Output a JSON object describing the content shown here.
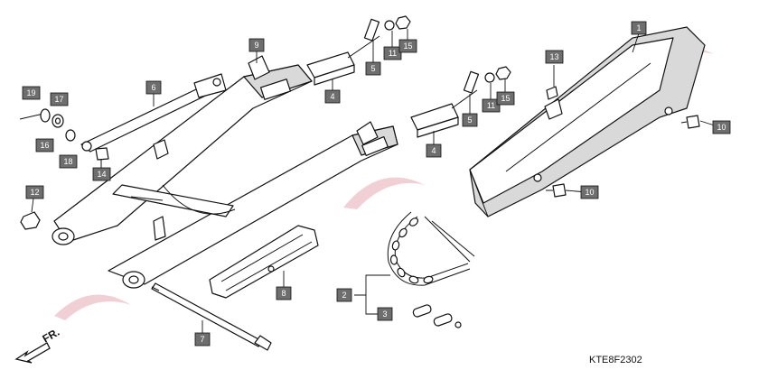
{
  "diagram": {
    "code": "KTE8F2302",
    "direction_label": "FR.",
    "callouts": [
      {
        "id": "c1",
        "label": "1"
      },
      {
        "id": "c2",
        "label": "2"
      },
      {
        "id": "c3",
        "label": "3"
      },
      {
        "id": "c4a",
        "label": "4"
      },
      {
        "id": "c4b",
        "label": "4"
      },
      {
        "id": "c5a",
        "label": "5"
      },
      {
        "id": "c5b",
        "label": "5"
      },
      {
        "id": "c6",
        "label": "6"
      },
      {
        "id": "c7",
        "label": "7"
      },
      {
        "id": "c8",
        "label": "8"
      },
      {
        "id": "c9",
        "label": "9"
      },
      {
        "id": "c10a",
        "label": "10"
      },
      {
        "id": "c10b",
        "label": "10"
      },
      {
        "id": "c11a",
        "label": "11"
      },
      {
        "id": "c11b",
        "label": "11"
      },
      {
        "id": "c12",
        "label": "12"
      },
      {
        "id": "c13",
        "label": "13"
      },
      {
        "id": "c14",
        "label": "14"
      },
      {
        "id": "c15a",
        "label": "15"
      },
      {
        "id": "c15b",
        "label": "15"
      },
      {
        "id": "c16",
        "label": "16"
      },
      {
        "id": "c17",
        "label": "17"
      },
      {
        "id": "c18",
        "label": "18"
      },
      {
        "id": "c19",
        "label": "19"
      }
    ]
  }
}
